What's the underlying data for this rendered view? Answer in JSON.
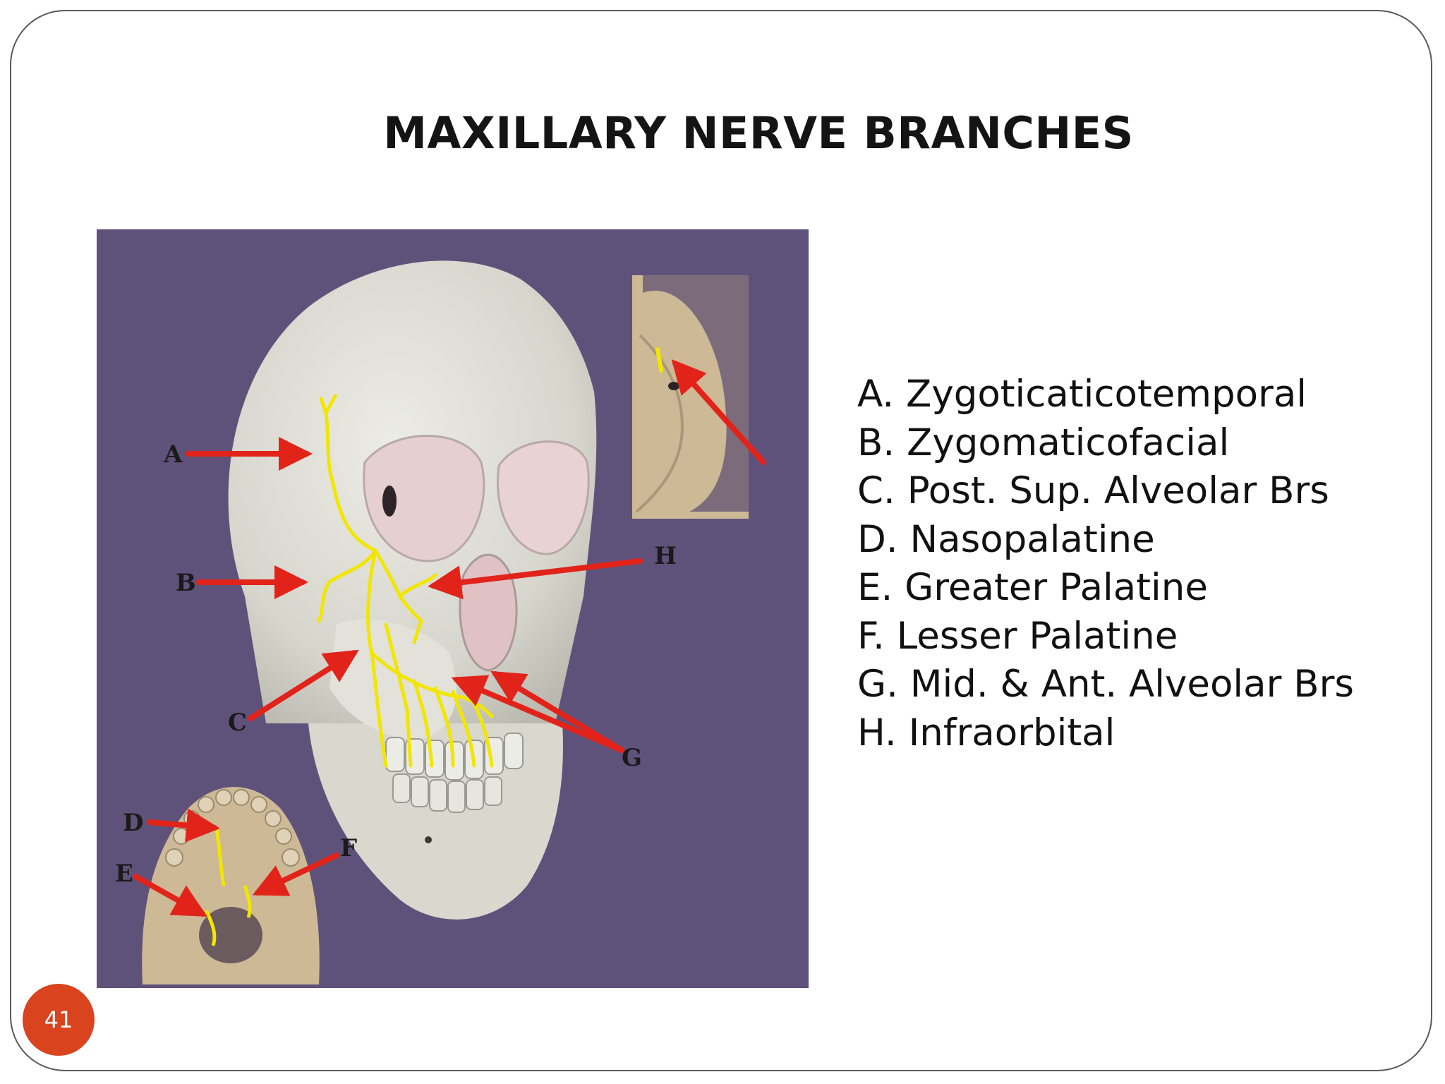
{
  "slide": {
    "title": "MAXILLARY NERVE BRANCHES",
    "page_number": "41"
  },
  "figure": {
    "callout_letters": [
      "A",
      "B",
      "C",
      "D",
      "E",
      "F",
      "G",
      "H"
    ]
  },
  "legend": [
    {
      "letter": "A",
      "text": "A. Zygoticaticotemporal"
    },
    {
      "letter": "B",
      "text": "B. Zygomaticofacial"
    },
    {
      "letter": "C",
      "text": "C. Post. Sup. Alveolar Brs"
    },
    {
      "letter": "D",
      "text": "D. Nasopalatine"
    },
    {
      "letter": "E",
      "text": "E. Greater Palatine"
    },
    {
      "letter": "F",
      "text": "F. Lesser Palatine"
    },
    {
      "letter": "G",
      "text": "G. Mid. & Ant. Alveolar Brs"
    },
    {
      "letter": "H",
      "text": "H. Infraorbital"
    }
  ],
  "colors": {
    "figure_background": "#5f527a",
    "bone": "#ddddd5",
    "nerve": "#f2e600",
    "arrow": "#e2231a",
    "inset_bone": "#cdb996",
    "badge": "#d9441f"
  }
}
